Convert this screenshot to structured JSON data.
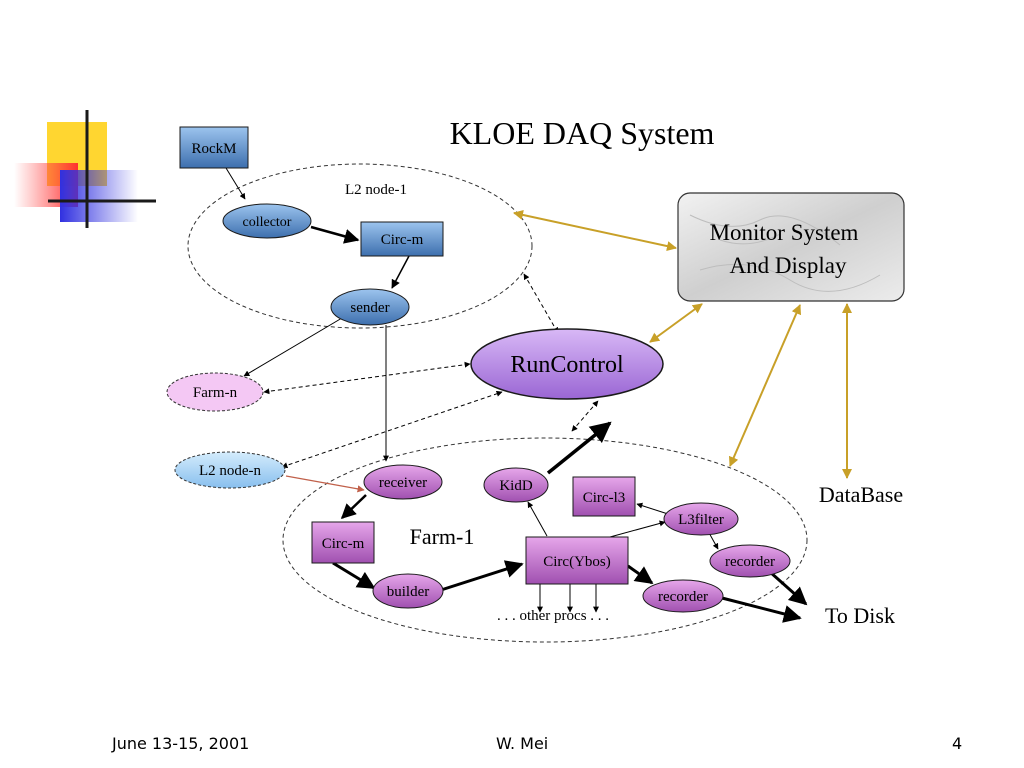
{
  "slide": {
    "title": "KLOE DAQ System",
    "footer": {
      "date": "June 13-15, 2001",
      "author": "W. Mei",
      "page": "4"
    }
  },
  "diagram": {
    "groups": {
      "l2_node_1": "L2 node-1",
      "farm_1": "Farm-1"
    },
    "nodes": {
      "rockm": "RockM",
      "collector": "collector",
      "circ_m_top": "Circ-m",
      "sender": "sender",
      "farm_n": "Farm-n",
      "l2_node_n": "L2 node-n",
      "runcontrol": "RunControl",
      "monitor_line1": "Monitor System",
      "monitor_line2": "And Display",
      "receiver": "receiver",
      "circ_m_farm": "Circ-m",
      "builder": "builder",
      "kidd": "KidD",
      "circ_l3": "Circ-l3",
      "l3filter": "L3filter",
      "circ_ybos": "Circ(Ybos)",
      "recorder_1": "recorder",
      "recorder_2": "recorder",
      "other_procs": ". . . other procs . . .",
      "database": "DataBase",
      "to_disk": "To Disk"
    },
    "colors": {
      "blue_node": "#5a8fc8",
      "pale_blue_node": "#a8d4f5",
      "violet_node": "#b58be0",
      "pink_node": "#f4c8f4",
      "magenta_node": "#c070c8",
      "gold_arrow": "#c8a028",
      "marble_box": "#d8d8d8"
    }
  }
}
